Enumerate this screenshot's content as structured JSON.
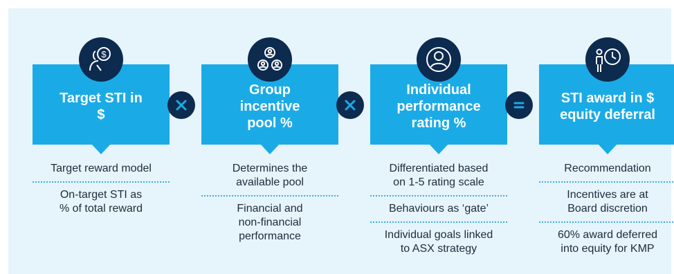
{
  "columns": [
    {
      "title": "Target STI in\n$",
      "icon": "money-person-icon",
      "items": [
        "Target reward model",
        "On-target STI as\n% of total reward"
      ]
    },
    {
      "title": "Group\nincentive\npool %",
      "icon": "group-people-icon",
      "items": [
        "Determines the\navailable pool",
        "Financial and\nnon-financial\nperformance"
      ]
    },
    {
      "title": "Individual\nperformance\nrating %",
      "icon": "person-icon",
      "items": [
        "Differentiated based\non 1-5 rating scale",
        "Behaviours as ‘gate’",
        "Individual goals linked\nto ASX strategy"
      ]
    },
    {
      "title": "STI award in $\nequity deferral",
      "icon": "person-clock-icon",
      "items": [
        "Recommendation",
        "Incentives are at\nBoard discretion",
        "60% award deferred\ninto equity for KMP"
      ]
    }
  ],
  "operators": [
    {
      "symbol": "multiply",
      "icon": "multiply-icon"
    },
    {
      "symbol": "multiply",
      "icon": "multiply-icon"
    },
    {
      "symbol": "equals",
      "icon": "equals-icon"
    }
  ],
  "colors": {
    "box": "#1aabe6",
    "circle": "#0d2a4f",
    "background": "#e6f4fb",
    "separator": "#3aaee0"
  }
}
